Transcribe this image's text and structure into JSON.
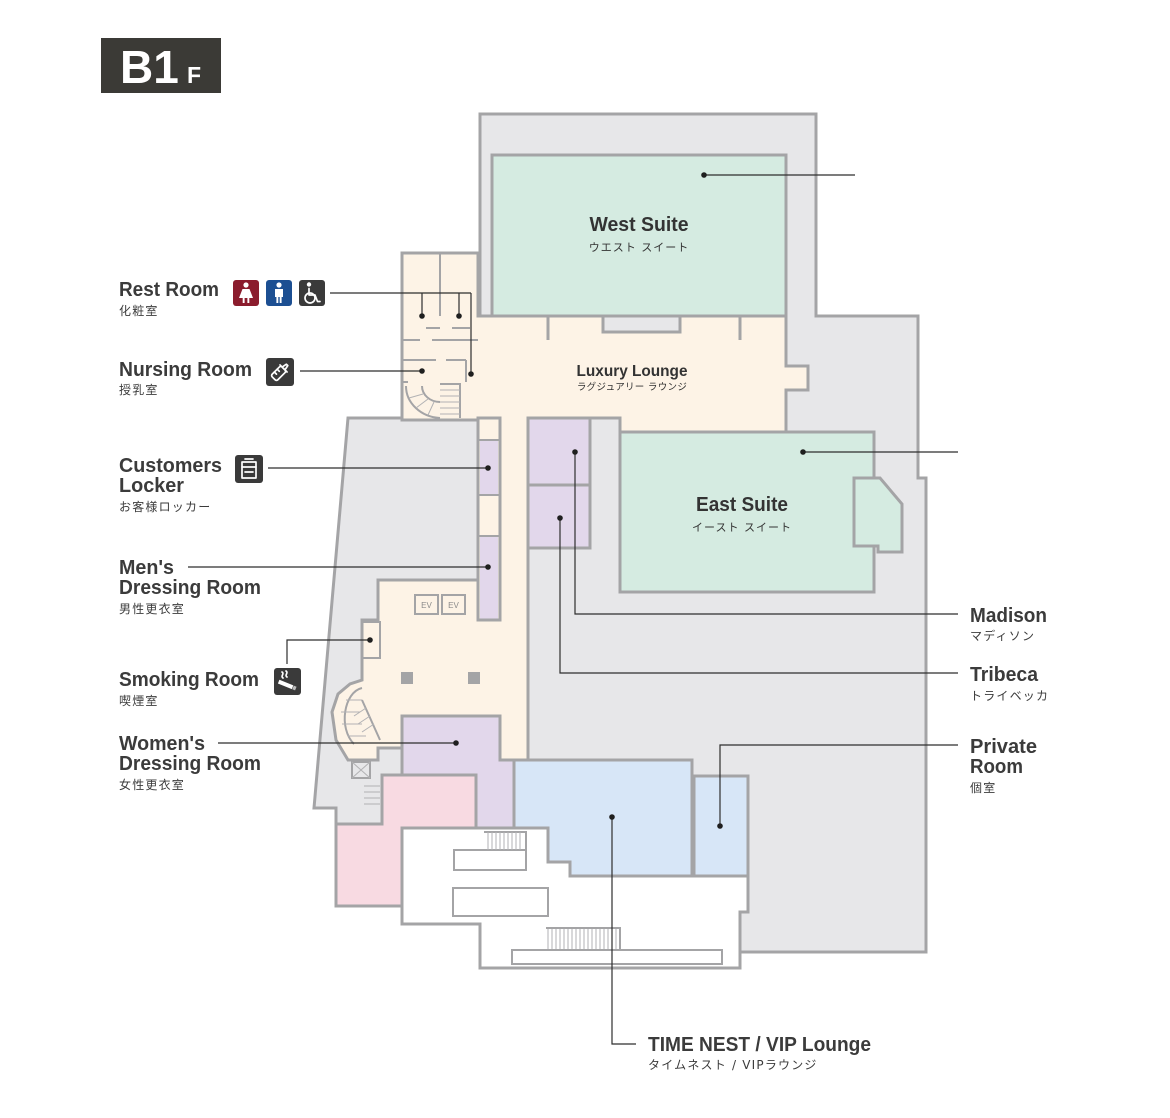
{
  "floor": {
    "level": "B1",
    "suffix": "F"
  },
  "rooms": {
    "west_suite": {
      "name": "West Suite",
      "name_ja": "ウエスト スイート"
    },
    "luxury_lounge": {
      "name": "Luxury Lounge",
      "name_ja": "ラグジュアリー ラウンジ"
    },
    "east_suite": {
      "name": "East Suite",
      "name_ja": "イースト スイート"
    }
  },
  "elevators": [
    "EV",
    "EV"
  ],
  "facilities": {
    "rest_room": {
      "lines": [
        "Rest Room"
      ],
      "name_ja": "化粧室",
      "icons": [
        "female-restroom-icon",
        "male-restroom-icon",
        "wheelchair-icon"
      ]
    },
    "nursing_room": {
      "lines": [
        "Nursing Room"
      ],
      "name_ja": "授乳室",
      "icon": "baby-bottle-icon"
    },
    "customers_locker": {
      "lines": [
        "Customers",
        "Locker"
      ],
      "name_ja": "お客様ロッカー",
      "icon": "locker-icon"
    },
    "mens_dressing_room": {
      "lines": [
        "Men's",
        "Dressing Room"
      ],
      "name_ja": "男性更衣室"
    },
    "smoking_room": {
      "lines": [
        "Smoking Room"
      ],
      "name_ja": "喫煙室",
      "icon": "smoking-icon"
    },
    "womens_dressing_room": {
      "lines": [
        "Women's",
        "Dressing Room"
      ],
      "name_ja": "女性更衣室"
    }
  },
  "venues": {
    "madison": {
      "lines": [
        "Madison"
      ],
      "name_ja": "マディソン"
    },
    "tribeca": {
      "lines": [
        "Tribeca"
      ],
      "name_ja": "トライベッカ"
    },
    "private_room": {
      "lines": [
        "Private",
        "Room"
      ],
      "name_ja": "個室"
    },
    "time_nest": {
      "lines": [
        "TIME NEST / VIP Lounge"
      ],
      "name_ja": "タイムネスト / VIPラウンジ"
    }
  },
  "colors": {
    "badge": "#3b3a36",
    "background_area": "#e7e7e9",
    "lounge": "#fdf3e6",
    "suite": "#d5ebe1",
    "small_room": "#e2d7eb",
    "vip_lounge": "#d7e6f7",
    "womens_area": "#f8dae2",
    "open_area": "#ffffff",
    "female_icon": "#8b1c2d",
    "male_icon": "#1c4f92",
    "icon_dark": "#3a3a3a"
  }
}
